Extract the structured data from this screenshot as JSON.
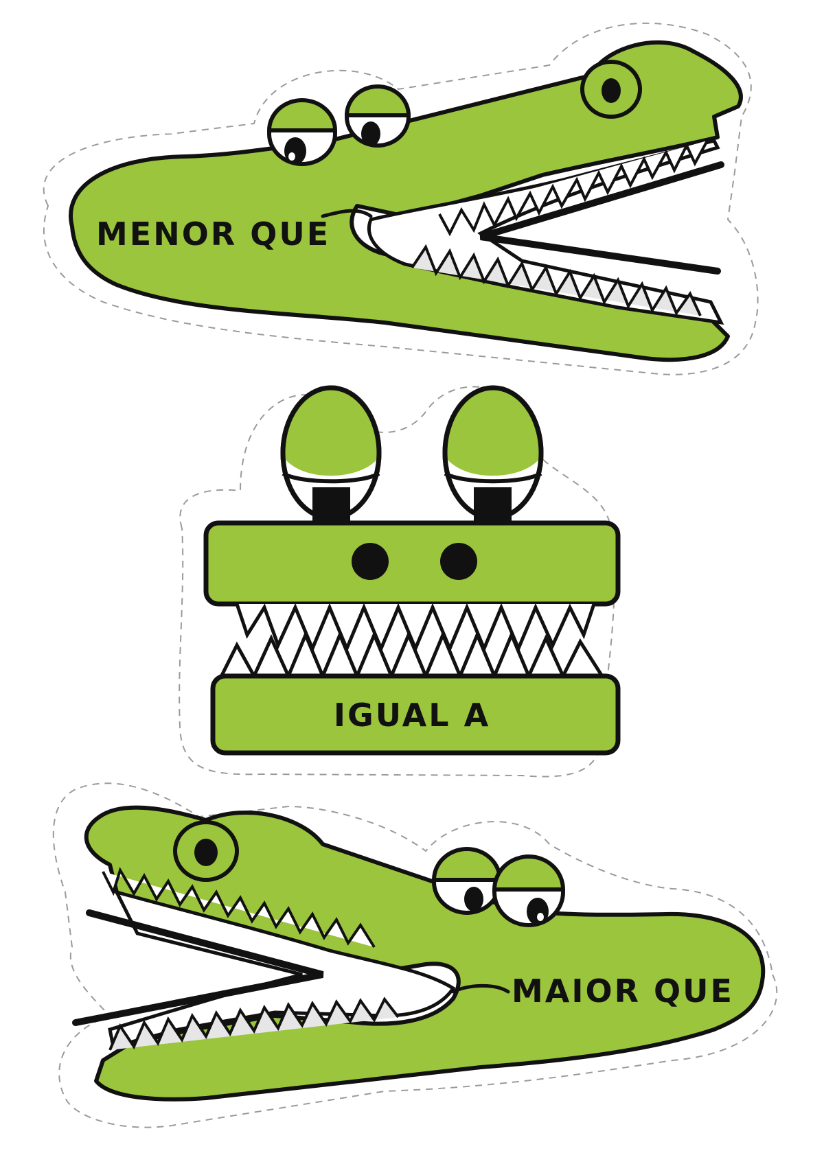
{
  "cards": [
    {
      "id": "menor",
      "label": "MENOR QUE"
    },
    {
      "id": "igual",
      "label": "IGUAL A"
    },
    {
      "id": "maior",
      "label": "MAIOR QUE"
    }
  ],
  "colors": {
    "body": "#9bc53d",
    "outline": "#111111",
    "teeth": "#ffffff",
    "teeth_shadow": "#d9d9d9",
    "cut_line": "#9a9a9a"
  },
  "icons": [
    "crocodile-less-than-icon",
    "crocodile-equal-icon",
    "crocodile-greater-than-icon",
    "scissors-cut-line"
  ]
}
